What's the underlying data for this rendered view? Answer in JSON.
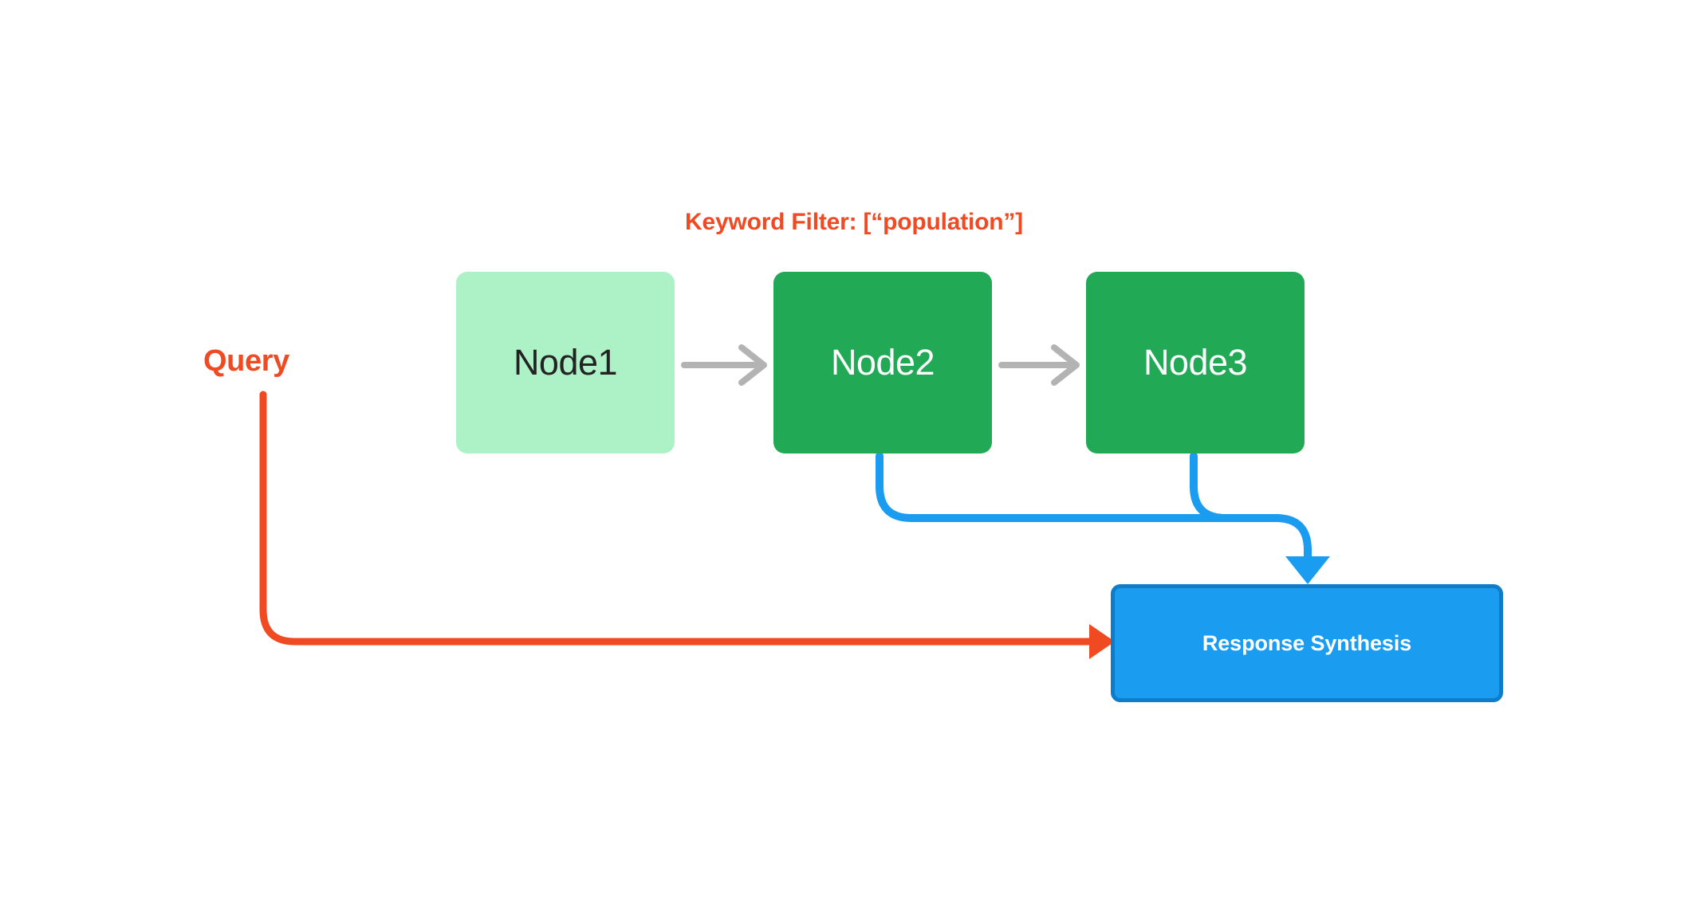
{
  "diagram": {
    "title_label": "Keyword Filter: [“population”]",
    "query_label": "Query",
    "nodes": [
      {
        "label": "Node1",
        "state": "filtered-out",
        "fill": "#ADF2C7",
        "text_color": "#232323"
      },
      {
        "label": "Node2",
        "state": "selected",
        "fill": "#21A956",
        "text_color": "#FFFFFF"
      },
      {
        "label": "Node3",
        "state": "selected",
        "fill": "#21A956",
        "text_color": "#FFFFFF"
      }
    ],
    "output": {
      "label": "Response Synthesis",
      "fill": "#1A9CF0",
      "border": "#0E7CC8",
      "text_color": "#FFFFFF"
    },
    "connectors": {
      "node_chain_color": "#B3B3B3",
      "retrieval_color": "#1A9CF0",
      "query_color": "#F04A23"
    },
    "icons": {
      "chain_arrow": "arrow-right-icon",
      "retrieval_arrow": "arrow-down-icon",
      "query_arrow": "arrow-right-icon"
    }
  }
}
